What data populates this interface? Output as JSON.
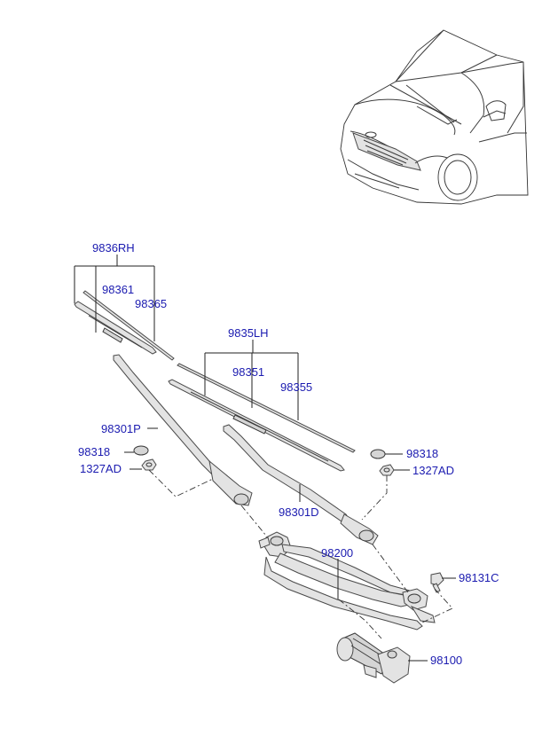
{
  "callouts": {
    "rh_assy": "9836RH",
    "rh_blade": "98361",
    "rh_refill": "98365",
    "lh_assy": "9835LH",
    "lh_blade": "98351",
    "lh_refill": "98355",
    "arm_p": "98301P",
    "cap_left": "98318",
    "nut_left": "1327AD",
    "cap_right": "98318",
    "nut_right": "1327AD",
    "arm_d": "98301D",
    "linkage": "98200",
    "bolt": "98131C",
    "motor": "98100"
  },
  "colors": {
    "label": "#1b1bb0",
    "line": "#222222",
    "part_fill": "#e3e3e3"
  }
}
